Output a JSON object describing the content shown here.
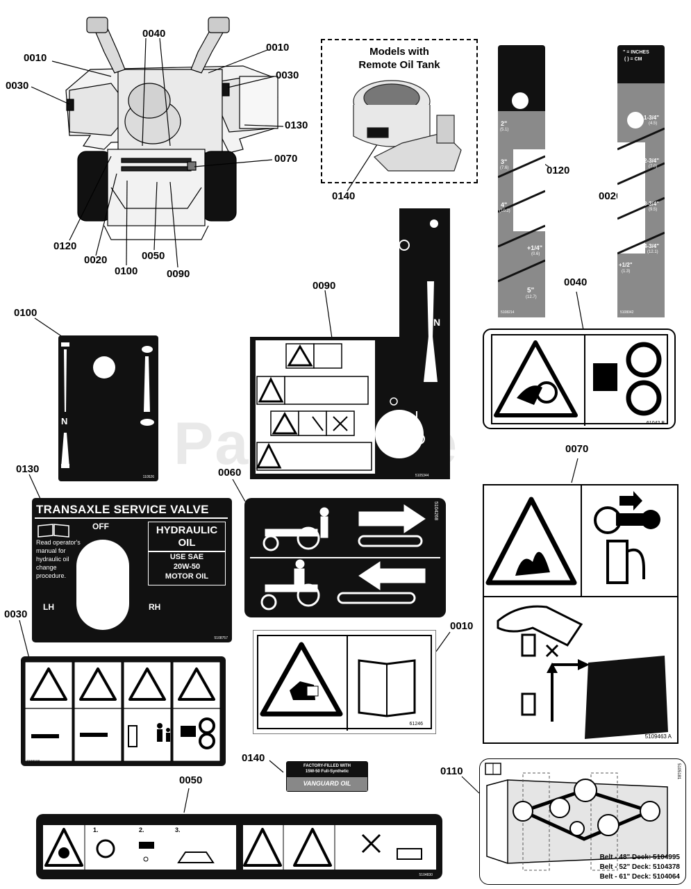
{
  "watermark": "PartsTree",
  "callouts": {
    "c0010a": "0010",
    "c0040a": "0040",
    "c0010b": "0010",
    "c0030a": "0030",
    "c0030b": "0030",
    "c0130a": "0130",
    "c0070a": "0070",
    "c0120a": "0120",
    "c0020a": "0020",
    "c0100a": "0100",
    "c0050a": "0050",
    "c0090a": "0090",
    "c0140a": "0140",
    "c0120b": "0120",
    "c0020b": "0020",
    "c0040b": "0040",
    "c0090b": "0090",
    "c0100b": "0100",
    "c0130b": "0130",
    "c0060": "0060",
    "c0070b": "0070",
    "c0030c": "0030",
    "c0010c": "0010",
    "c0140b": "0140",
    "c0050b": "0050",
    "c0110": "0110"
  },
  "remote_oil_tank": {
    "title_line1": "Models with",
    "title_line2": "Remote Oil Tank"
  },
  "decal_0120": {
    "marks": [
      "2\"",
      "(5.1)",
      "3\"",
      "(7.6)",
      "4\"",
      "(10.2)",
      "+1/4\"",
      "(0.6)",
      "5\"",
      "(12.7)"
    ],
    "part_no": "5108214"
  },
  "decal_0020": {
    "header1": "\" = INCHES",
    "header2": "( ) = CM",
    "marks": [
      "1-3/4\"",
      "(4.5)",
      "2-3/4\"",
      "(7.0)",
      "3-3/4\"",
      "(9.5)",
      "4-3/4\"",
      "(12.1)",
      "+1/2\"",
      "(1.3)"
    ],
    "part_no": "5108042"
  },
  "decal_0040": {
    "part_no": "61042 B"
  },
  "decal_0090": {
    "part_no": "5105344",
    "n_label": "N"
  },
  "decal_0100": {
    "part_no": "110526",
    "n_label": "N"
  },
  "decal_0130": {
    "title": "TRANSAXLE SERVICE VALVE",
    "off": "OFF",
    "read_text": [
      "Read operator's",
      "manual for",
      "hydraulic oil",
      "change",
      "procedure."
    ],
    "hyd_title": [
      "HYDRAULIC",
      "OIL"
    ],
    "use_text": [
      "USE SAE",
      "20W-50",
      "MOTOR OIL"
    ],
    "lh": "LH",
    "rh": "RH",
    "part_no": "5108757"
  },
  "decal_0060": {
    "part_no": "5104268"
  },
  "decal_0070": {
    "part_no": "5109463 A"
  },
  "decal_0030": {
    "part_no": "7108109"
  },
  "decal_0010": {
    "part_no": "61246"
  },
  "decal_0140": {
    "line1": "FACTORY-FILLED WITH",
    "line2": "15W-50 Full-Synthetic",
    "brand": "VANGUARD OIL"
  },
  "decal_0050": {
    "part_no": "5104830",
    "steps": [
      "1.",
      "2.",
      "3."
    ]
  },
  "decal_0110": {
    "side_no": "5105181",
    "belts": [
      "Belt - 48\" Deck: 5104995",
      "Belt - 52\" Deck: 5104378",
      "Belt - 61\" Deck: 5104064"
    ]
  }
}
